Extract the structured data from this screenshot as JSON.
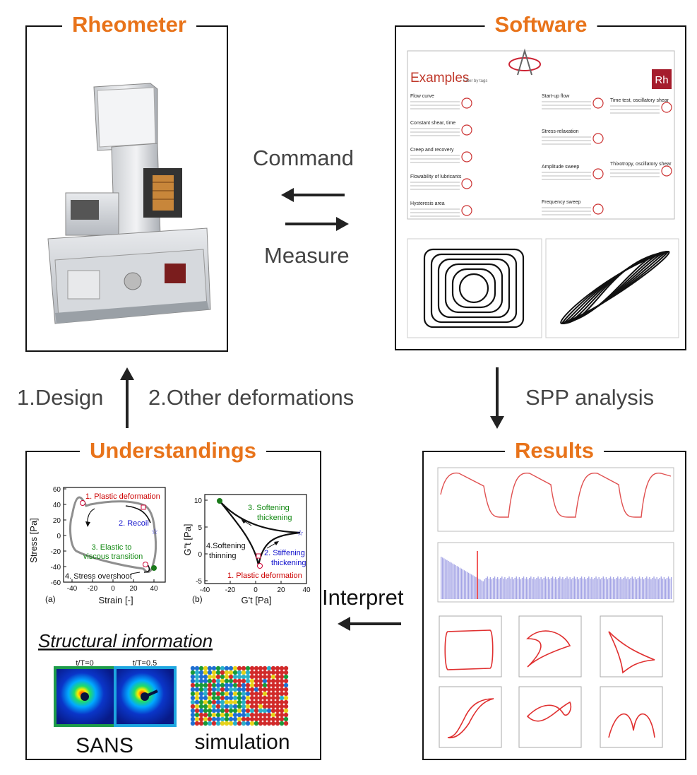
{
  "panels": {
    "rheometer": {
      "title": "Rheometer"
    },
    "software": {
      "title": "Software",
      "app": {
        "heading": "Examples",
        "filter_label": "Filter by tags",
        "badge": "Rh",
        "columns": [
          [
            "Flow curve",
            "Constant shear, time",
            "Creep and recovery",
            "Flowability of lubricants",
            "Hysteresis area"
          ],
          [
            "Start-up flow",
            "Stress-relaxation",
            "Amplitude sweep",
            "Frequency sweep"
          ],
          [
            "Time test, oscillatory shear",
            "Thixotropy, oscillatory shear"
          ]
        ]
      }
    },
    "understandings": {
      "title": "Understandings",
      "plot_a": {
        "ylabel": "Stress [Pa]",
        "xlabel": "Strain [-]",
        "tag": "(a)",
        "xticks": [
          "-40",
          "-20",
          "0",
          "20",
          "40"
        ],
        "yticks": [
          "60",
          "40",
          "20",
          "0",
          "-20",
          "-40",
          "-60"
        ],
        "ann1": "1. Plastic deformation",
        "ann2": "2. Recoil",
        "ann3a": "3. Elastic to",
        "ann3b": "viscous transition",
        "ann4": "4. Stress overshoot"
      },
      "plot_b": {
        "ylabel": "G\"t [Pa]",
        "xlabel": "G't [Pa]",
        "tag": "(b)",
        "xticks": [
          "-40",
          "-20",
          "0",
          "20",
          "40"
        ],
        "yticks": [
          "10",
          "5",
          "0",
          "-5"
        ],
        "ann1": "1. Plastic deformation",
        "ann2a": "2. Stiffening",
        "ann2b": "thickening",
        "ann3a": "3. Softening",
        "ann3b": "thickening",
        "ann4a": "4.Softening",
        "ann4b": "thinning"
      },
      "structural_title": "Structural information",
      "sans_t0": "t/T=0",
      "sans_t05": "t/T=0.5",
      "sans_label": "SANS",
      "sim_label": "simulation"
    },
    "results": {
      "title": "Results"
    }
  },
  "arrows": {
    "command": "Command",
    "measure": "Measure",
    "spp": "SPP analysis",
    "interpret": "Interpret",
    "design": "1.Design",
    "other": "2.Other deformations"
  },
  "colors": {
    "accent": "#E8731A",
    "red": "#CC0000",
    "blue": "#1515CC",
    "green": "#118811"
  }
}
